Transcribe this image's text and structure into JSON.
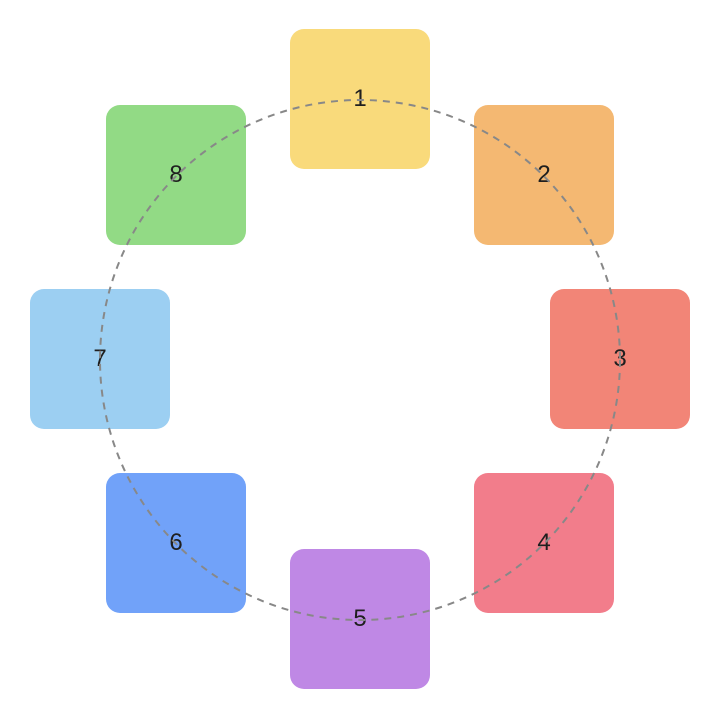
{
  "diagram": {
    "items": [
      {
        "label": "1",
        "color": "#f9da7b"
      },
      {
        "label": "2",
        "color": "#f4b872"
      },
      {
        "label": "3",
        "color": "#f28577"
      },
      {
        "label": "4",
        "color": "#f27d8b"
      },
      {
        "label": "5",
        "color": "#bf88e5"
      },
      {
        "label": "6",
        "color": "#71a2f9"
      },
      {
        "label": "7",
        "color": "#9ccff2"
      },
      {
        "label": "8",
        "color": "#92da85"
      }
    ],
    "ring_color": "#888888"
  }
}
